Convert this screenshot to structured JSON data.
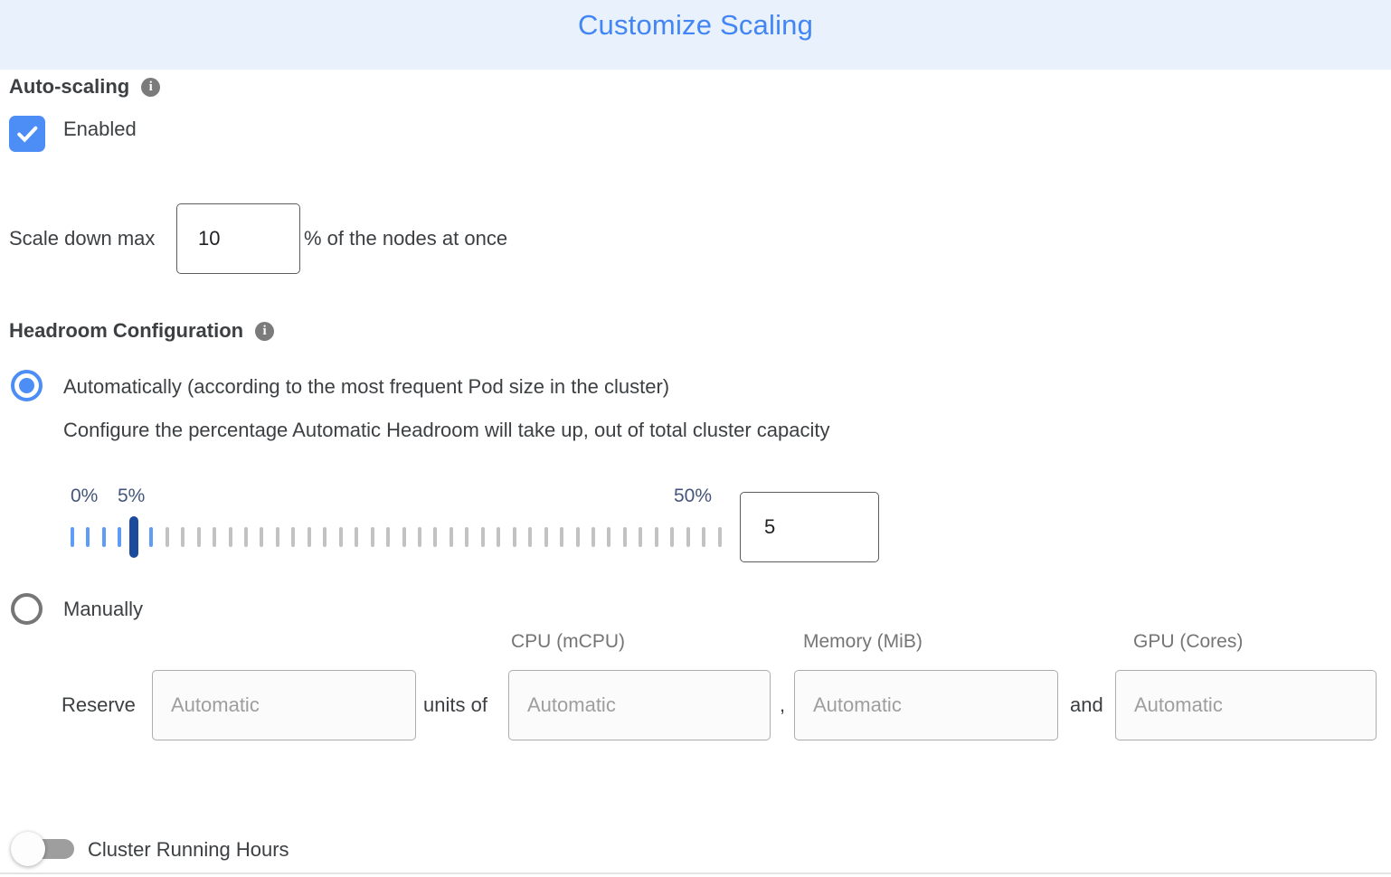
{
  "header": {
    "title": "Customize Scaling"
  },
  "icons": {
    "info_glyph": "i"
  },
  "auto_scaling": {
    "label": "Auto-scaling",
    "enabled_label": "Enabled",
    "checked": true
  },
  "scale_down": {
    "prefix": "Scale down max",
    "value": "10",
    "suffix": "% of the nodes at once"
  },
  "headroom": {
    "label": "Headroom Configuration",
    "auto_option": "Automatically (according to the most frequent Pod size in the cluster)",
    "auto_description": "Configure the percentage Automatic Headroom will take up, out of total cluster capacity",
    "auto_selected": true,
    "manual_option": "Manually",
    "manual_selected": false,
    "slider": {
      "min_label": "0%",
      "current_label": "5%",
      "max_label": "50%",
      "value": "5",
      "tick_count": 42,
      "blue_tick_count": 6
    }
  },
  "reserve": {
    "label": "Reserve",
    "units_of": "units of",
    "comma": ",",
    "and": "and",
    "placeholder": "Automatic",
    "columns": [
      "CPU (mCPU)",
      "Memory (MiB)",
      "GPU (Cores)"
    ]
  },
  "cluster_running_hours": {
    "label": "Cluster Running Hours",
    "enabled": false
  },
  "colors": {
    "header_bg": "#e9f1fd",
    "title_blue": "#4285f4",
    "accent_blue": "#4c8df6",
    "handle_navy": "#1c4a9c",
    "tick_blue": "#5e9cf7",
    "tick_gray": "#c2c2c2"
  }
}
